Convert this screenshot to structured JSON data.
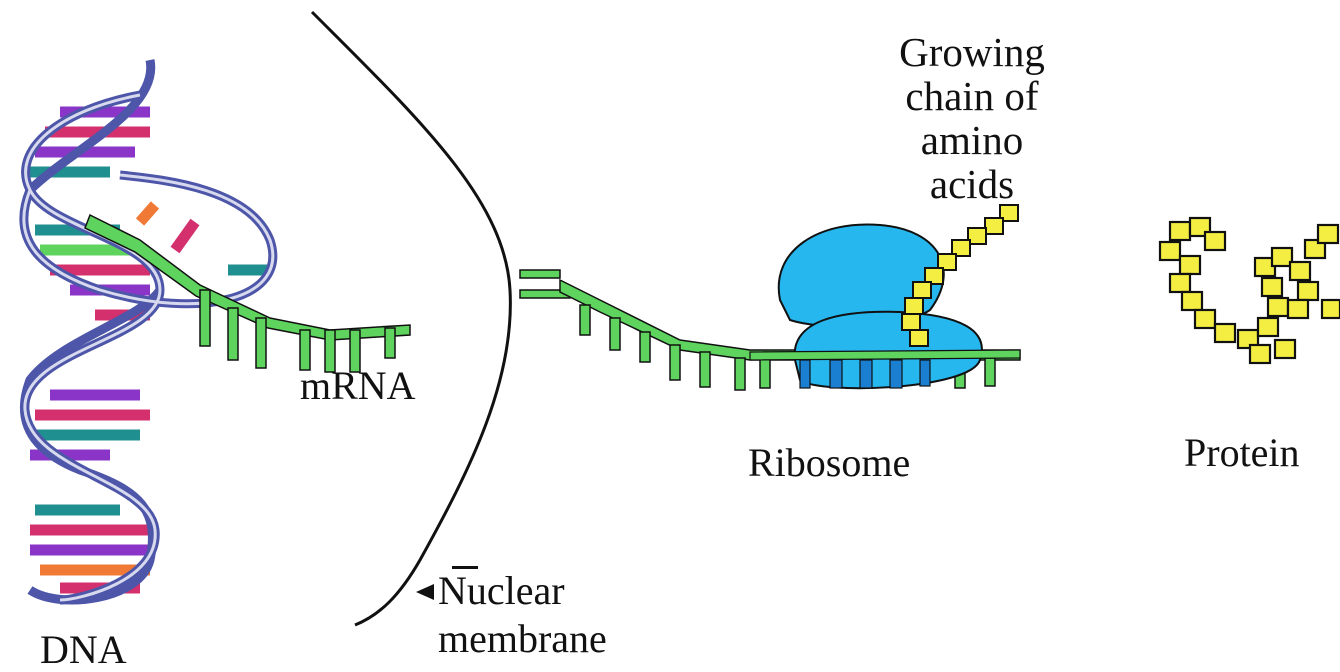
{
  "labels": {
    "growing_chain": "Growing\nchain of\namino\nacids",
    "mrna": "mRNA",
    "ribosome": "Ribosome",
    "protein": "Protein",
    "nuclear_membrane": "Nuclear\nmembrane",
    "dna": "DNA"
  },
  "colors": {
    "dna_backbone": "#4d56a8",
    "rna_strand": "#5ed35e",
    "ribosome": "#26b7ee",
    "amino_acid": "#f4ee42",
    "base_purple": "#8a35c8",
    "base_magenta": "#d4306e",
    "base_orange": "#f07a35",
    "base_teal": "#1f8f8f",
    "membrane": "#111111"
  },
  "icons": [
    "dna-double-helix",
    "mrna-strand",
    "nuclear-membrane-curve",
    "ribosome",
    "amino-acid-chain",
    "folded-protein"
  ]
}
